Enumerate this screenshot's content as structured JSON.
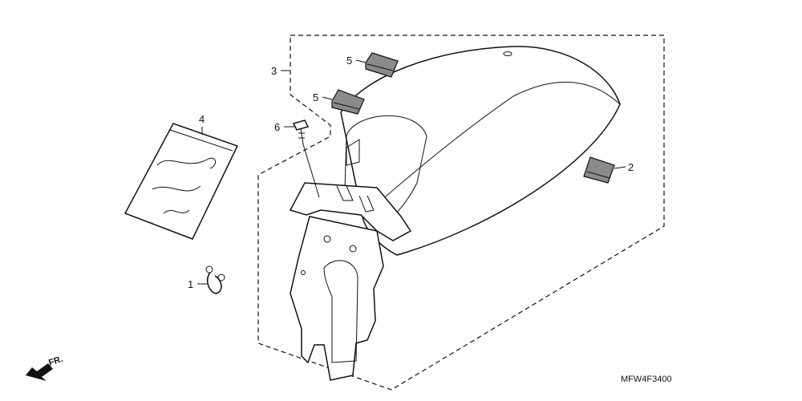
{
  "callouts": {
    "c1": "1",
    "c2": "2",
    "c3": "3",
    "c4": "4",
    "c5a": "5",
    "c5b": "5",
    "c6": "6"
  },
  "part_code": "MFW4F3400",
  "direction_label": "FR."
}
